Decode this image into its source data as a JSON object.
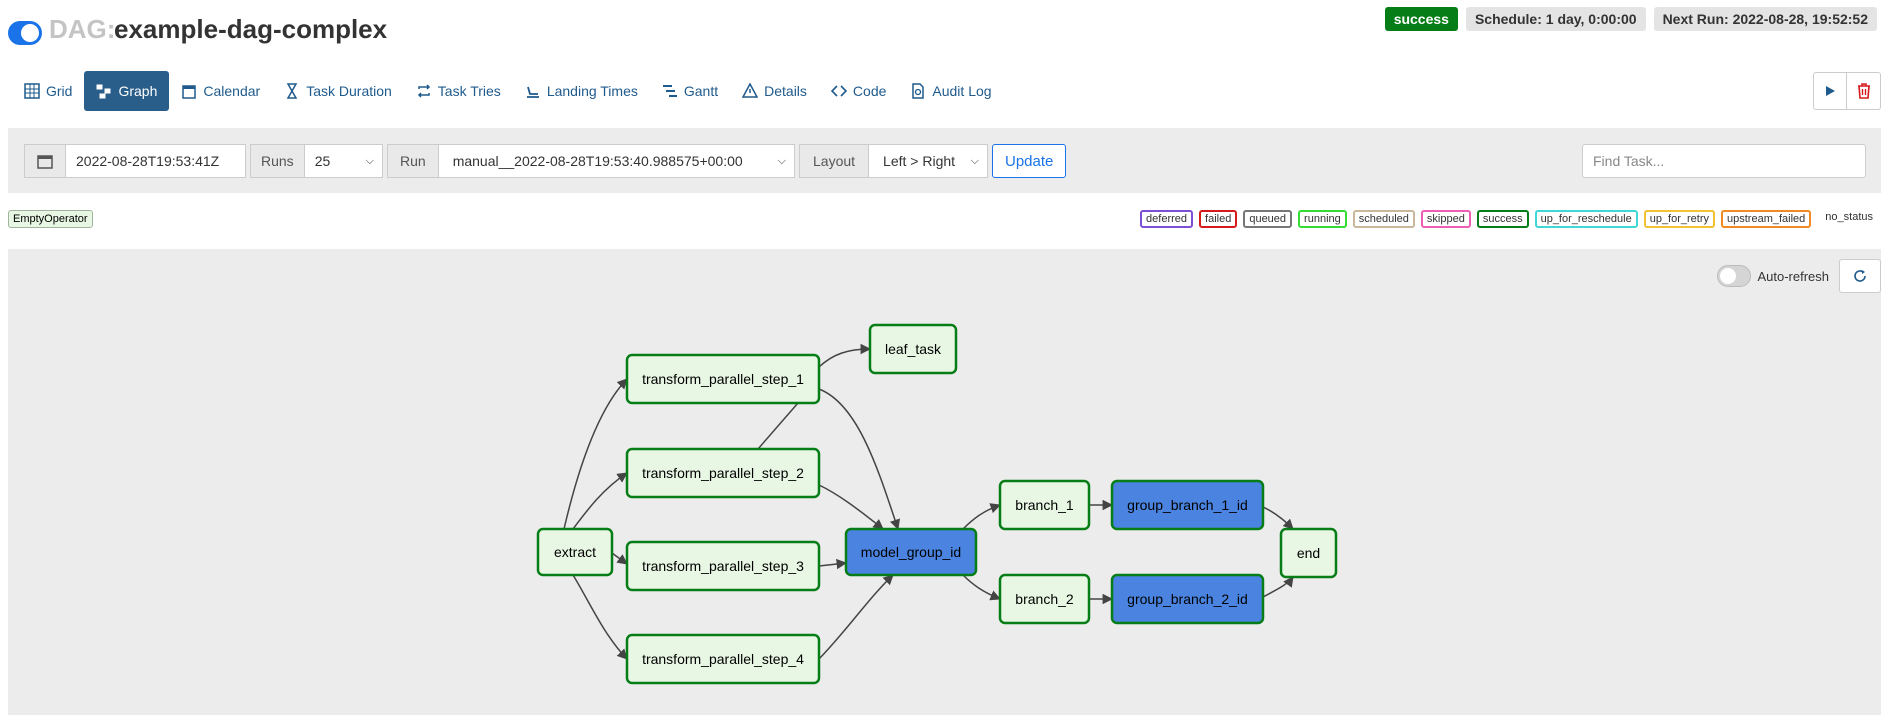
{
  "header": {
    "dag_prefix": "DAG:",
    "dag_name": "example-dag-complex",
    "status_badge": "success",
    "schedule": "Schedule: 1 day, 0:00:00",
    "next_run": "Next Run: 2022-08-28, 19:52:52"
  },
  "nav": {
    "tabs": [
      {
        "label": "Grid",
        "icon": "grid-icon"
      },
      {
        "label": "Graph",
        "icon": "graph-icon",
        "active": true
      },
      {
        "label": "Calendar",
        "icon": "calendar-icon"
      },
      {
        "label": "Task Duration",
        "icon": "hourglass-icon"
      },
      {
        "label": "Task Tries",
        "icon": "repeat-icon"
      },
      {
        "label": "Landing Times",
        "icon": "landing-icon"
      },
      {
        "label": "Gantt",
        "icon": "gantt-icon"
      },
      {
        "label": "Details",
        "icon": "warning-icon"
      },
      {
        "label": "Code",
        "icon": "code-icon"
      },
      {
        "label": "Audit Log",
        "icon": "file-search-icon"
      }
    ]
  },
  "controls": {
    "base_date": "2022-08-28T19:53:41Z",
    "runs_label": "Runs",
    "runs_value": "25",
    "run_label": "Run",
    "run_value": "manual__2022-08-28T19:53:40.988575+00:00",
    "layout_label": "Layout",
    "layout_value": "Left > Right",
    "update_label": "Update",
    "find_task_placeholder": "Find Task..."
  },
  "operator_tag": "EmptyOperator",
  "legend": [
    {
      "label": "deferred",
      "color": "#7c4fd6"
    },
    {
      "label": "failed",
      "color": "#d61a1a"
    },
    {
      "label": "queued",
      "color": "#777777"
    },
    {
      "label": "running",
      "color": "#33dd33"
    },
    {
      "label": "scheduled",
      "color": "#c9b99a"
    },
    {
      "label": "skipped",
      "color": "#ec5fb5"
    },
    {
      "label": "success",
      "color": "#067d17"
    },
    {
      "label": "up_for_reschedule",
      "color": "#41d7d7"
    },
    {
      "label": "up_for_retry",
      "color": "#f1c232"
    },
    {
      "label": "upstream_failed",
      "color": "#f08a24"
    },
    {
      "label": "no_status",
      "color": ""
    }
  ],
  "graph": {
    "auto_refresh_label": "Auto-refresh",
    "nodes": [
      {
        "id": "extract",
        "label": "extract",
        "group": false
      },
      {
        "id": "t1",
        "label": "transform_parallel_step_1",
        "group": false
      },
      {
        "id": "t2",
        "label": "transform_parallel_step_2",
        "group": false
      },
      {
        "id": "t3",
        "label": "transform_parallel_step_3",
        "group": false
      },
      {
        "id": "t4",
        "label": "transform_parallel_step_4",
        "group": false
      },
      {
        "id": "leaf",
        "label": "leaf_task",
        "group": false
      },
      {
        "id": "model",
        "label": "model_group_id",
        "group": true
      },
      {
        "id": "b1",
        "label": "branch_1",
        "group": false
      },
      {
        "id": "b2",
        "label": "branch_2",
        "group": false
      },
      {
        "id": "gb1",
        "label": "group_branch_1_id",
        "group": true
      },
      {
        "id": "gb2",
        "label": "group_branch_2_id",
        "group": true
      },
      {
        "id": "end",
        "label": "end",
        "group": false
      }
    ],
    "colors": {
      "task_fill": "#e8f7e4",
      "task_stroke": "#067d17",
      "group_fill": "#4a84e0",
      "edge": "#444444"
    }
  }
}
